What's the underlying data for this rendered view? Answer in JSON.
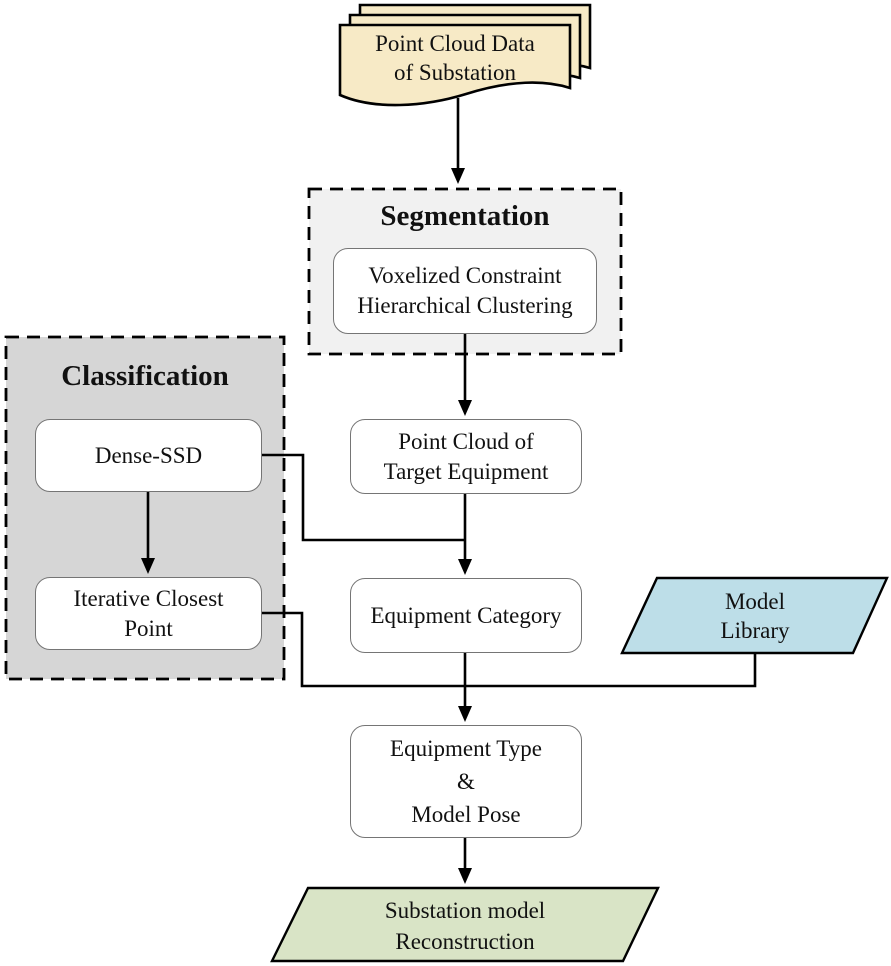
{
  "figure": {
    "type": "flowchart",
    "description": "Substation point cloud model reconstruction pipeline"
  },
  "colors": {
    "background": "#FFFFFF",
    "document_fill": "#F7EAC6",
    "segmentation_group_fill": "#F1F1F1",
    "classification_group_fill": "#D6D6D6",
    "model_library_fill": "#BDDEE8",
    "reconstruction_fill": "#D9E4C6",
    "node_fill": "#FFFFFF",
    "line_color": "#000000"
  },
  "nodes": {
    "point_cloud_data": {
      "label": "Point Cloud Data\nof Substation",
      "shape": "multi-document"
    },
    "segmentation_group": {
      "title": "Segmentation",
      "shape": "dashed-container"
    },
    "voxelized_clustering": {
      "label": "Voxelized Constraint\nHierarchical Clustering",
      "shape": "rounded-rect"
    },
    "classification_group": {
      "title": "Classification",
      "shape": "dashed-container"
    },
    "dense_ssd": {
      "label": "Dense-SSD",
      "shape": "rounded-rect"
    },
    "iterative_closest_point": {
      "label": "Iterative Closest\nPoint",
      "shape": "rounded-rect"
    },
    "point_cloud_target": {
      "label": "Point Cloud of\nTarget Equipment",
      "shape": "rounded-rect"
    },
    "equipment_category": {
      "label": "Equipment Category",
      "shape": "rounded-rect"
    },
    "model_library": {
      "label": "Model\nLibrary",
      "shape": "parallelogram"
    },
    "equipment_type_pose": {
      "label": "Equipment Type\n&\nModel Pose",
      "shape": "rounded-rect"
    },
    "reconstruction": {
      "label": "Substation model\nReconstruction",
      "shape": "parallelogram"
    }
  },
  "edges": [
    {
      "from": "point_cloud_data",
      "to": "segmentation_group",
      "arrow": true
    },
    {
      "from": "voxelized_clustering",
      "to": "point_cloud_target",
      "arrow": true
    },
    {
      "from": "dense_ssd",
      "to": "iterative_closest_point",
      "arrow": true
    },
    {
      "from": "dense_ssd",
      "to": "equipment_category",
      "arrow": true,
      "note": "joins vertical line from point_cloud_target"
    },
    {
      "from": "point_cloud_target",
      "to": "equipment_category",
      "arrow": true
    },
    {
      "from": "iterative_closest_point",
      "to": "equipment_type_pose",
      "arrow": true,
      "note": "joins horizontal bus line"
    },
    {
      "from": "model_library",
      "to": "equipment_type_pose",
      "arrow": true,
      "note": "joins horizontal bus line"
    },
    {
      "from": "equipment_category",
      "to": "equipment_type_pose",
      "arrow": true
    },
    {
      "from": "equipment_type_pose",
      "to": "reconstruction",
      "arrow": true
    }
  ]
}
